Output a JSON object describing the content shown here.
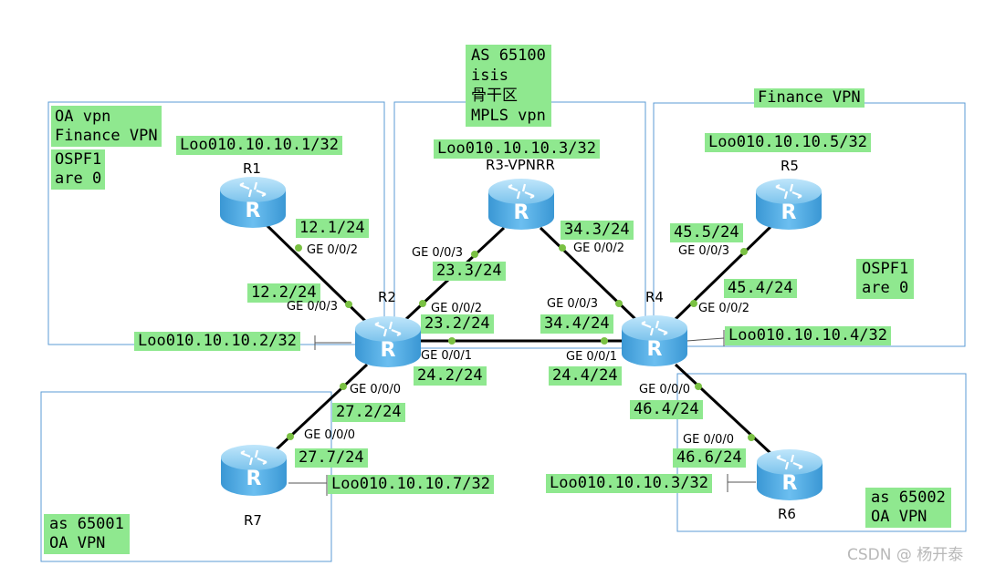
{
  "colors": {
    "label_bg": "#8fe88f",
    "area_border": "#5b9bd5",
    "link": "#000000",
    "port_dot": "#7ac143",
    "router_body": "#5aaee3"
  },
  "areas": {
    "left": [
      "OA vpn",
      "Finance VPN",
      "OSPF1",
      "are 0"
    ],
    "center": [
      "AS 65100",
      "isis",
      "骨干区",
      "MPLS vpn"
    ],
    "finance": "Finance VPN",
    "right_ospf": [
      "OSPF1",
      "are 0"
    ],
    "as65001": [
      "as 65001",
      "OA VPN"
    ],
    "as65002": [
      "as 65002",
      "OA VPN"
    ]
  },
  "routers": {
    "r1": {
      "name": "R1",
      "loopback": "Loo010.10.10.1/32"
    },
    "r2": {
      "name": "R2",
      "loopback": "Loo010.10.10.2/32"
    },
    "r3": {
      "name": "R3-VPNRR",
      "loopback": "Loo010.10.10.3/32"
    },
    "r4": {
      "name": "R4",
      "loopback": "Loo010.10.10.4/32"
    },
    "r5": {
      "name": "R5",
      "loopback": "Loo010.10.10.5/32"
    },
    "r6": {
      "name": "R6",
      "loopback": "Loo010.10.10.3/32"
    },
    "r7": {
      "name": "R7",
      "loopback": "Loo010.10.10.7/32"
    }
  },
  "links": {
    "r1_r2": {
      "r1_port": "GE 0/0/2",
      "r1_ip": "12.1/24",
      "r2_port": "GE 0/0/3",
      "r2_ip": "12.2/24"
    },
    "r2_r3": {
      "r3_port": "GE 0/0/3",
      "r3_ip": "23.3/24",
      "r2_port": "GE 0/0/2",
      "r2_ip": "23.2/24"
    },
    "r3_r4": {
      "r3_port": "GE 0/0/2",
      "r3_ip": "34.3/24",
      "r4_port": "GE 0/0/3",
      "r4_ip": "34.4/24"
    },
    "r2_r4": {
      "r2_port": "GE 0/0/1",
      "r2_ip": "24.2/24",
      "r4_port": "GE 0/0/1",
      "r4_ip": "24.4/24"
    },
    "r4_r5": {
      "r5_port": "GE 0/0/3",
      "r5_ip": "45.5/24",
      "r4_port": "GE 0/0/2",
      "r4_ip": "45.4/24"
    },
    "r2_r7": {
      "r2_port": "GE 0/0/0",
      "r2_ip": "27.2/24",
      "r7_port": "GE 0/0/0",
      "r7_ip": "27.7/24"
    },
    "r4_r6": {
      "r4_port": "GE 0/0/0",
      "r4_ip": "46.4/24",
      "r6_port": "GE 0/0/0",
      "r6_ip": "46.6/24"
    }
  },
  "watermark": "CSDN @ 杨开泰"
}
